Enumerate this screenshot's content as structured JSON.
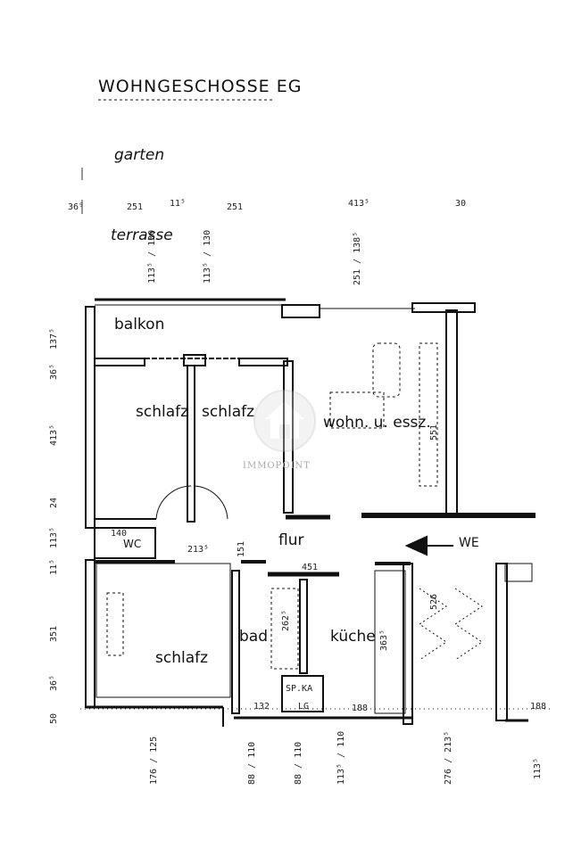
{
  "title": "WOHNGESCHOSSE EG",
  "outdoor": {
    "garten": "garten",
    "terrasse": "terrasse"
  },
  "rooms": {
    "balkon": "balkon",
    "schlafz_1": "schlafz",
    "schlafz_2": "schlafz",
    "wohn": "wohn. u. essz.",
    "wc": "WC",
    "flur": "flur",
    "schlafz_3": "schlafz",
    "bad": "bad",
    "kueche": "küche",
    "spka": "SP.KA",
    "lg": "LG",
    "we": "WE"
  },
  "top_dims": [
    "36⁹",
    "251",
    "11⁵",
    "251",
    "413⁵",
    "30"
  ],
  "inner_dims": {
    "wc_w": "140",
    "flur_w": "213⁵",
    "bad_w": "451",
    "flur_d": "151",
    "bad_d": "262⁵",
    "kueche_d": "363⁵",
    "wohn_d": "551",
    "stair_d": "526",
    "kueche_w": "188",
    "right_w": "188",
    "small": "132"
  },
  "left_dims": [
    "137⁵",
    "36⁵",
    "413⁵",
    "24",
    "113⁵",
    "11⁵",
    "351",
    "36⁵",
    "50"
  ],
  "top_vdims": [
    "113⁵ / 130",
    "113⁵ / 130",
    "251 / 138⁵"
  ],
  "bottom_dims": [
    "176 / 125",
    "88 / 110",
    "88 / 110",
    "113⁵ / 110",
    "276 / 213⁵",
    "113⁵"
  ],
  "watermark": "IMMOPOINT"
}
